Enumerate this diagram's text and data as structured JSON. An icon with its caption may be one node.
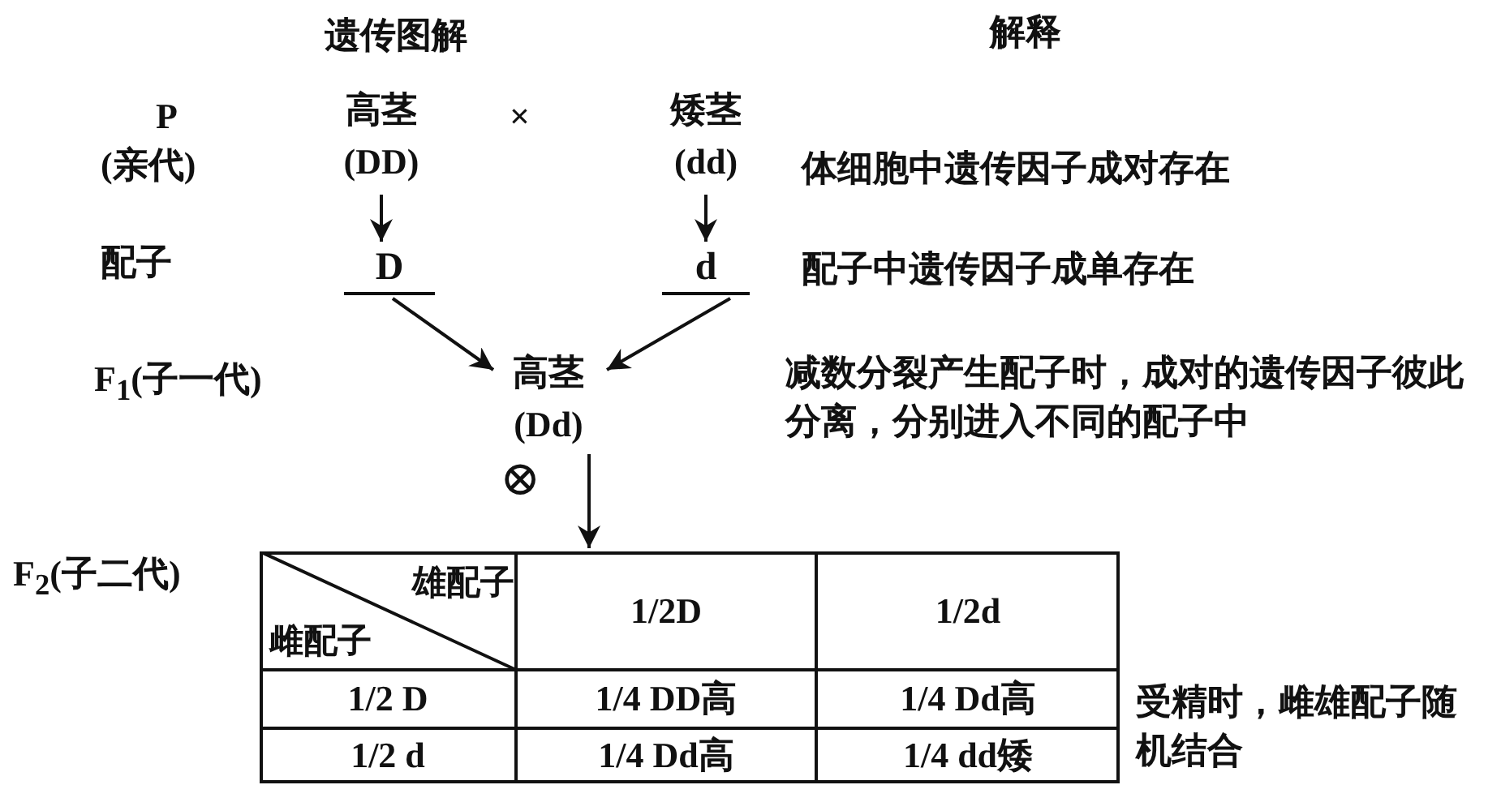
{
  "diagram": {
    "nodes": [
      {
        "text": [
          "高茎",
          "(DD)"
        ]
      },
      {
        "text": [
          "矮茎",
          "(dd)"
        ]
      },
      {
        "text": [
          "D"
        ]
      },
      {
        "text": [
          "d"
        ]
      },
      {
        "text": [
          "高茎",
          "(Dd)"
        ]
      },
      {
        "text": [],
        "shape": "box"
      }
    ],
    "edges": [
      {
        "from": 0,
        "to": 2,
        "arrow": "to"
      },
      {
        "from": 1,
        "to": 3,
        "arrow": "to"
      },
      {
        "from": 2,
        "to": 4,
        "arrow": "to"
      },
      {
        "from": 3,
        "to": 4,
        "arrow": "to"
      },
      {
        "from": 4,
        "to": 5,
        "arrow": "to"
      }
    ],
    "labels": [
      "遗传图解",
      "解释",
      "P",
      "(亲代)",
      "×",
      "体细胞中遗传因子**成对**存在",
      "配子",
      "配子中遗传因子成单存在",
      "F$_{1}$(子一代)",
      "减数分裂产生配子时，成对的遗传因子彼此分离，分别进入不同的配子中",
      "⊗",
      "F$_{2}$(子二代)",
      "雄配子",
      "雌配子",
      "1/2D",
      "1/2d",
      "1/2 D",
      "1/4 DD高",
      "1/4 Dd高",
      "1/2 d",
      "1/4 Dd高",
      "1/4 dd矮",
      "受精时，雌雄配子随机结合"
    ]
  }
}
